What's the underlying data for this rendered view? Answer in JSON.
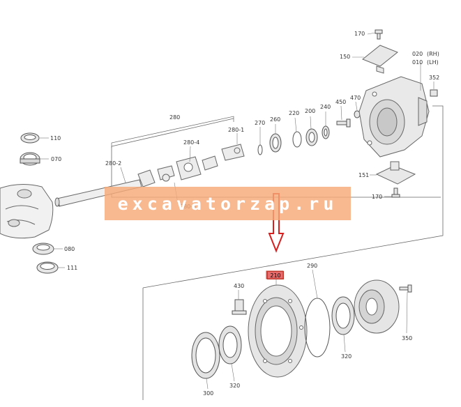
{
  "colors": {
    "line": "#555555",
    "part_fill": "#eeeeee",
    "part_stroke": "#666666",
    "highlight_fill": "#e86c6c",
    "arrow": "#d62020",
    "watermark_bg": "#f6aa78",
    "watermark_text": "#ffffff"
  },
  "watermark": {
    "text": "excavatorzap.ru"
  },
  "labels": {
    "l170a": "170",
    "l150": "150",
    "l020": "020",
    "l020side": "(RH)",
    "l010": "010",
    "l010side": "(LH)",
    "l352": "352",
    "l470": "470",
    "l450": "450",
    "l240": "240",
    "l200": "200",
    "l220": "220",
    "l260": "260",
    "l270": "270",
    "l280": "280",
    "l280_1": "280-1",
    "l280_4": "280-4",
    "l280_2": "280-2",
    "l280_3": "280-3",
    "l110": "110",
    "l070": "070",
    "l151": "151",
    "l170b": "170",
    "l080": "080",
    "l111": "111",
    "l210": "210",
    "l290": "290",
    "l430": "430",
    "l350": "350",
    "l320a": "320",
    "l300": "300",
    "l320b": "320"
  }
}
